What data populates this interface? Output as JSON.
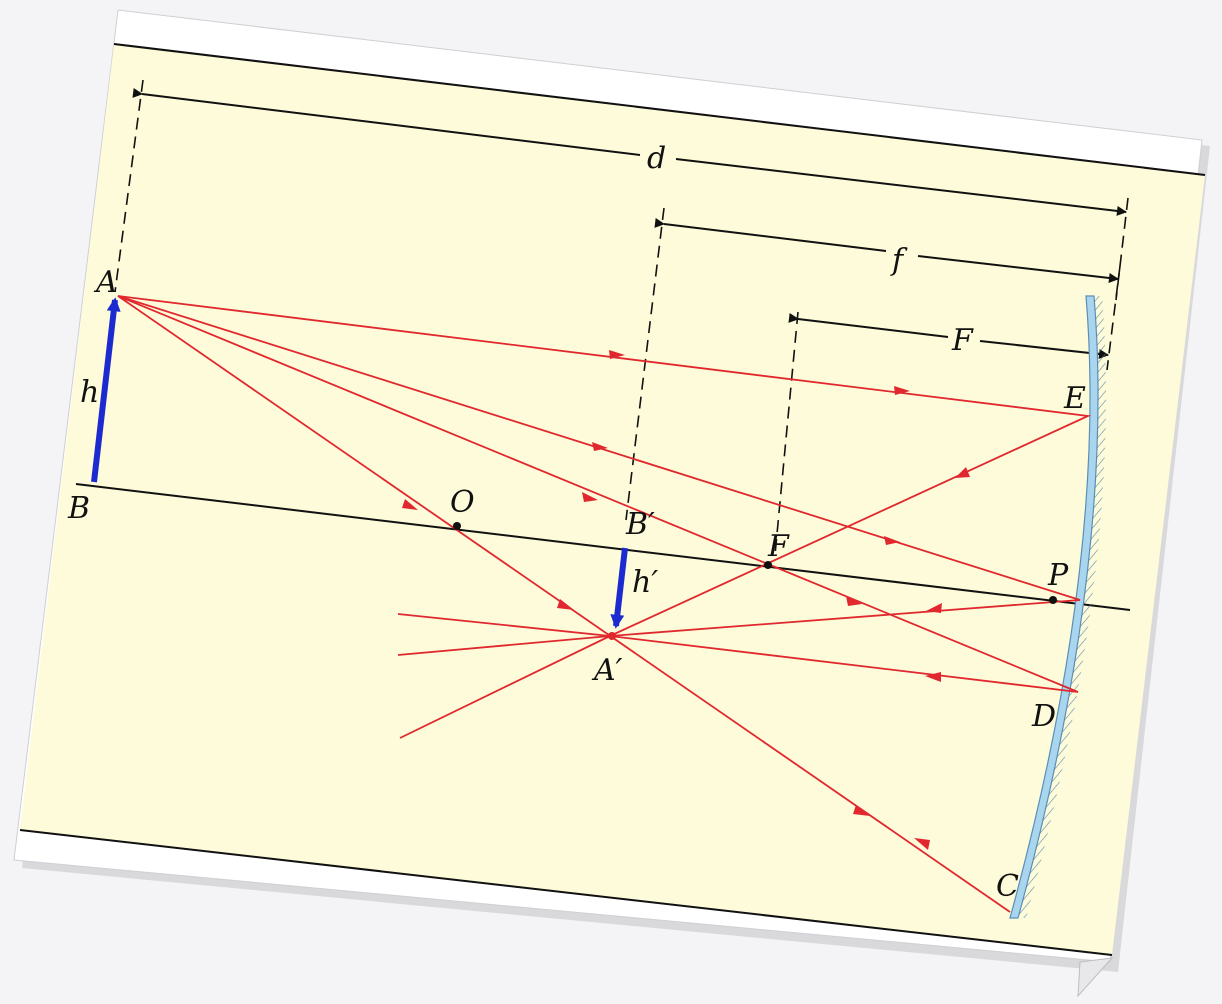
{
  "diagram": {
    "labels": {
      "A": "A",
      "B": "B",
      "h": "h",
      "O": "O",
      "B_prime": "B′",
      "h_prime": "h′",
      "A_prime": "A′",
      "F_point": "F",
      "P": "P",
      "E": "E",
      "D": "D",
      "C": "C",
      "d": "d",
      "f": "f",
      "F_dim": "F"
    },
    "colors": {
      "paper": "#fdfbd9",
      "ray": "#e0282e",
      "object": "#1c2bd0",
      "axis": "#111111",
      "mirror": "#8fc7e6",
      "dimension": "#111111"
    }
  }
}
